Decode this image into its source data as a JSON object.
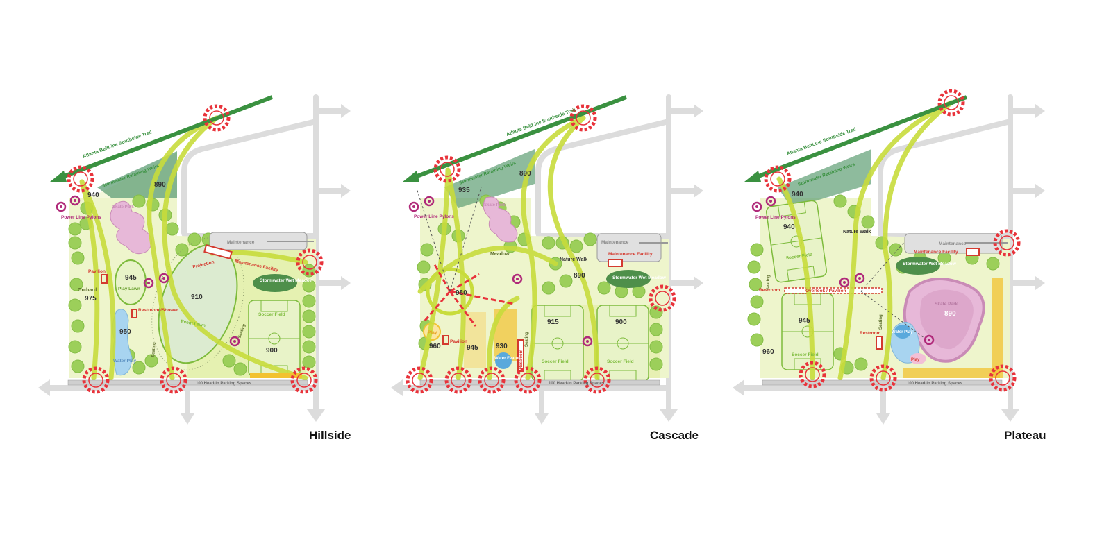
{
  "colors": {
    "road": "#dcdcdc",
    "beltline": "#3a9140",
    "path": "#c8dc3c",
    "lawn": "#eef5cc",
    "tree": "#9ccf5a",
    "field": "#e8f3c8",
    "fieldLine": "#7dbb3c",
    "wetMeadow": "#4e8f4a",
    "weirs": "#5e9e74",
    "skate": "#e7b8d8",
    "water": "#a8d4f0",
    "entry": "#e8333b",
    "facility": "#d43a2f",
    "parkingBand": "#f2c230",
    "pylon": "#b02a7a"
  },
  "icons": {
    "entry": "entry-ring-icon",
    "arrow": "road-arrow-icon",
    "pylon": "pylon-marker-icon"
  },
  "plans": [
    {
      "caption": "Hillside",
      "labels": {
        "trail": "Atlanta BeltLine Southside Trail",
        "weirs": "Stormwater Retaining Weirs",
        "pylons": "Power Line Pylons",
        "skate": "Skate Park",
        "maintenance": "Maintenance",
        "maintenanceFacility": "Maintenance Facility",
        "projection": "Projection",
        "pavilion": "Pavilion",
        "playLawn": "Play Lawn",
        "orchard": "Orchard",
        "restroom": "Restroom /Shower",
        "eventLawn": "Event Lawn",
        "seating1": "Seating",
        "seating2": "Seating",
        "wetMeadow": "Stormwater Wet Meadow",
        "soccer": "Soccer Field",
        "waterPlay": "Water Play",
        "parking": "100 Head-in Parking Spaces"
      },
      "elevations": {
        "e940": "940",
        "e890": "890",
        "e945": "945",
        "e975": "975",
        "e910": "910",
        "e950": "950",
        "e900": "900"
      }
    },
    {
      "caption": "Cascade",
      "labels": {
        "trail": "Atlanta BeltLine Southside Trail",
        "weirs": "Stormwater Retaining Weirs",
        "pylons": "Power Line Pylons",
        "skate": "Skate Park",
        "maintenance": "Maintenance",
        "maintenanceFacility": "Maintenance Facility",
        "meadow": "Meadow",
        "natureWalk": "Nature Walk",
        "wetMeadow": "Stormwater Wet Meadow",
        "play": "Play",
        "pavilion": "Pavilion",
        "waterFeature": "Water Feature",
        "restroom": "Restroom",
        "seating": "Seating",
        "soccer1": "Soccer Field",
        "soccer2": "Soccer Field",
        "parking": "100 Head-in Parking Spaces"
      },
      "elevations": {
        "e935": "935",
        "e890": "890",
        "e890b": "890",
        "e980": "980",
        "e960": "960",
        "e945": "945",
        "e930": "930",
        "e915": "915",
        "e900": "900"
      }
    },
    {
      "caption": "Plateau",
      "labels": {
        "trail": "Atlanta BeltLine Southside Trail",
        "weirs": "Stormwater Retaining Weirs",
        "pylons": "Power Line Pylons",
        "natureWalk": "Nature Walk",
        "maintenance": "Maintenance",
        "maintenanceFacility": "Maintenance Facility",
        "wetMeadow": "Stormwater Wet Meadow",
        "soccer1": "Soccer Field",
        "soccer2": "Soccer Field",
        "restroom1": "Restroom",
        "overlook": "Overlook / Pavilion",
        "skate": "Skate Park",
        "restroom2": "Restroom",
        "waterPlay": "Water Play",
        "play": "Play",
        "seating1": "Seating",
        "seating2": "Seating",
        "parking": "100 Head-in Parking Spaces"
      },
      "elevations": {
        "e940": "940",
        "e940b": "940",
        "e945": "945",
        "e960": "960",
        "e890": "890"
      }
    }
  ]
}
